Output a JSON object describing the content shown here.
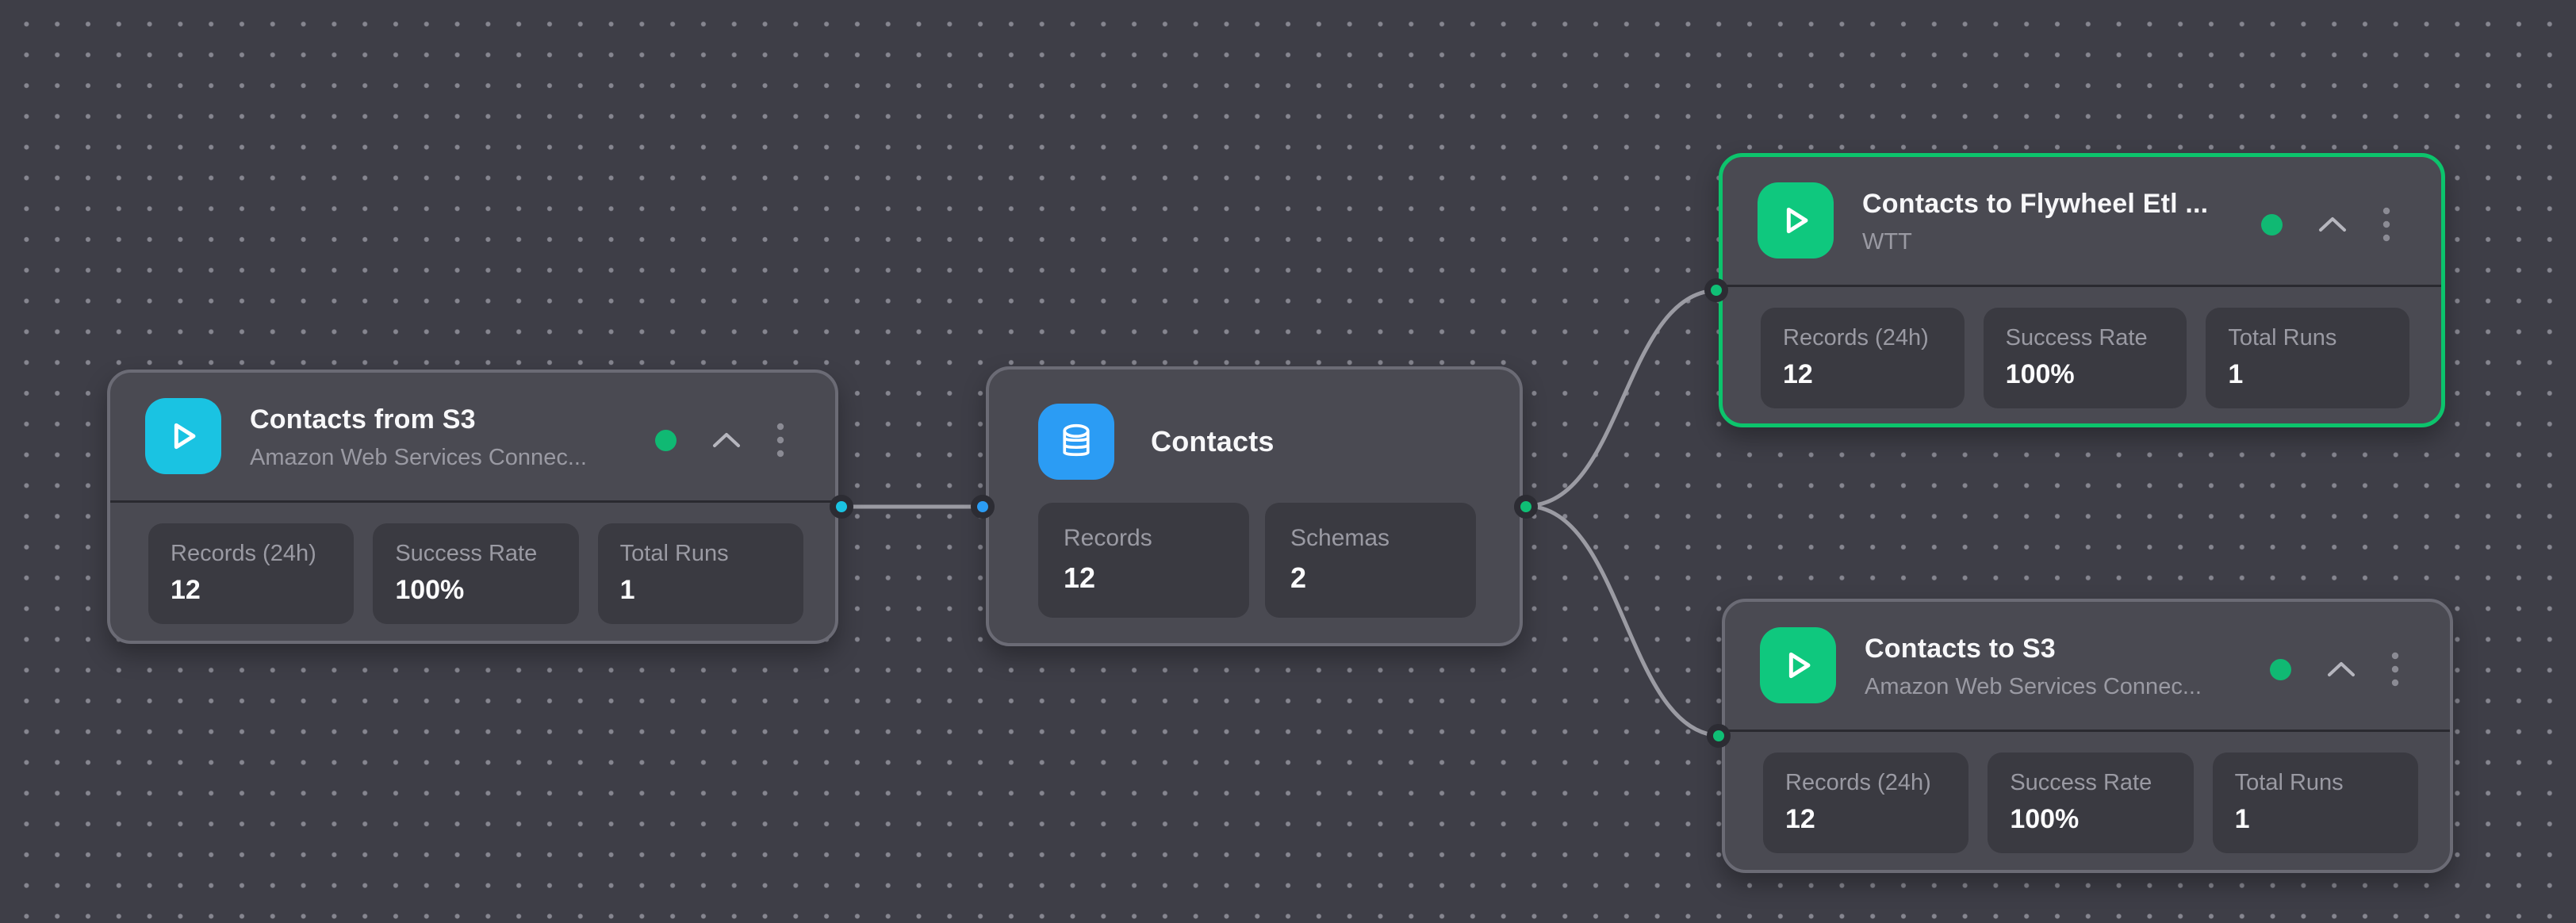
{
  "canvas": {
    "background_color": "#3e3e47",
    "dot_color": "#9e9ea8",
    "edge_color": "#9b9ba3"
  },
  "nodes": [
    {
      "title": "Contacts from S3",
      "subtitle": "Amazon Web Services Connec...",
      "icon": "play-icon",
      "icon_color": "#1ac3e2",
      "status_color": "#10b973",
      "selected": false,
      "output_handle_color": "#1ac3e2",
      "stats": [
        {
          "label": "Records (24h)",
          "value": "12"
        },
        {
          "label": "Success Rate",
          "value": "100%"
        },
        {
          "label": "Total Runs",
          "value": "1"
        }
      ]
    },
    {
      "title": "Contacts",
      "icon": "database-icon",
      "icon_color": "#2b9cf4",
      "selected": false,
      "input_handle_color": "#2b9cf4",
      "output_handle_color": "#0fbf75",
      "stats": [
        {
          "label": "Records",
          "value": "12"
        },
        {
          "label": "Schemas",
          "value": "2"
        }
      ]
    },
    {
      "title": "Contacts to Flywheel Etl ...",
      "subtitle": "WTT",
      "icon": "play-icon",
      "icon_color": "#0fc87e",
      "status_color": "#10b973",
      "selected": true,
      "selected_border_color": "#0cc46c",
      "input_handle_color": "#0fbf75",
      "stats": [
        {
          "label": "Records (24h)",
          "value": "12"
        },
        {
          "label": "Success Rate",
          "value": "100%"
        },
        {
          "label": "Total Runs",
          "value": "1"
        }
      ]
    },
    {
      "title": "Contacts to S3",
      "subtitle": "Amazon Web Services Connec...",
      "icon": "play-icon",
      "icon_color": "#0fc87e",
      "status_color": "#10b973",
      "selected": false,
      "input_handle_color": "#0fbf75",
      "stats": [
        {
          "label": "Records (24h)",
          "value": "12"
        },
        {
          "label": "Success Rate",
          "value": "100%"
        },
        {
          "label": "Total Runs",
          "value": "1"
        }
      ]
    }
  ],
  "edges": [
    {
      "from": "Contacts from S3",
      "to": "Contacts"
    },
    {
      "from": "Contacts",
      "to": "Contacts to Flywheel Etl ..."
    },
    {
      "from": "Contacts",
      "to": "Contacts to S3"
    }
  ]
}
